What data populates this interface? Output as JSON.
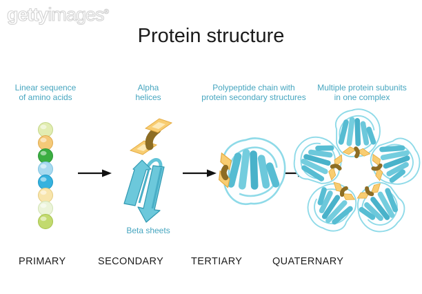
{
  "watermark": {
    "brand_bold": "getty",
    "brand_light": "images",
    "registered": "®"
  },
  "title": "Protein structure",
  "palette": {
    "caption_text": "#45a5bf",
    "label_text": "#1c1c1c",
    "arrow": "#111111",
    "ribbon_cyan": "#6cc8db",
    "ribbon_cyan_dark": "#2f97b0",
    "loop_cyan_light": "#8edae8",
    "helix_gold": "#f8cd72",
    "helix_gold_edge": "#e4ab40",
    "helix_dark_olive": "#8d6d24"
  },
  "stages": [
    {
      "caption": "Linear sequence\nof amino acids",
      "label": "PRIMARY"
    },
    {
      "caption": "Alpha\nhelices",
      "caption_bottom": "Beta sheets",
      "label": "SECONDARY"
    },
    {
      "caption": "Polypeptide chain with\nprotein secondary structures",
      "label": "TERTIARY"
    },
    {
      "caption": "Multiple protein subunits\nin one complex",
      "label": "QUATERNARY"
    }
  ],
  "primary": {
    "bead_count": 8,
    "bead_colors": [
      {
        "fill": "#e2edb2",
        "stroke": "#c3d687"
      },
      {
        "fill": "#f4c978",
        "stroke": "#dfa94d"
      },
      {
        "fill": "#3bae41",
        "stroke": "#2d9638"
      },
      {
        "fill": "#a8daef",
        "stroke": "#7fc3e2"
      },
      {
        "fill": "#35b2de",
        "stroke": "#1f97c4"
      },
      {
        "fill": "#f8e5ac",
        "stroke": "#e5cb80"
      },
      {
        "fill": "#ebf4d9",
        "stroke": "#d2e3b2"
      },
      {
        "fill": "#c2da6e",
        "stroke": "#a6c24d"
      }
    ]
  }
}
